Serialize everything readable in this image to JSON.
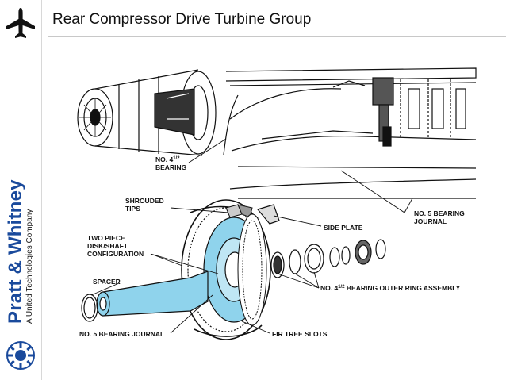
{
  "slide": {
    "title": "Rear Compressor Drive Turbine Group"
  },
  "brand": {
    "name": "Pratt & Whitney",
    "tagline": "A United Technologies Company",
    "color": "#1a4a9c"
  },
  "icons": {
    "airplane": "airplane-icon",
    "logo": "pw-eagle-logo-icon"
  },
  "colors": {
    "highlight": "#8fd3ec",
    "line": "#111111"
  },
  "diagram": {
    "labels": {
      "bearing_45_line1": "NO. 4",
      "bearing_45_frac": "1/2",
      "bearing_45_line2": "BEARING",
      "shrouded_line1": "SHROUDED",
      "shrouded_line2": "TIPS",
      "side_plate": "SIDE PLATE",
      "two_piece_line1": "TWO PIECE",
      "two_piece_line2": "DISK/SHAFT",
      "two_piece_line3": "CONFIGURATION",
      "spacer": "SPACER",
      "outer_ring": "NO. 4",
      "outer_ring_frac": "1/2",
      "outer_ring_rest": " BEARING OUTER RING ASSEMBLY",
      "journal_bottom": "NO. 5 BEARING JOURNAL",
      "fir_tree": "FIR TREE SLOTS",
      "journal_right_line1": "NO. 5 BEARING",
      "journal_right_line2": "JOURNAL"
    }
  }
}
